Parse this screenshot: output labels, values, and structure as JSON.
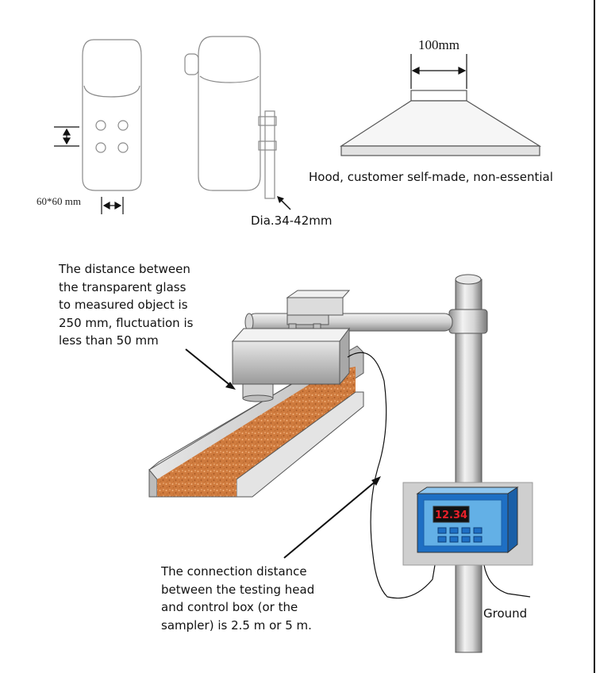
{
  "colors": {
    "line": "#5a5a5a",
    "outline": "#8a8a8a",
    "bed_fill": "#cf7b3e",
    "bed_dots": "#f0b07a",
    "box_blue": "#1e6fc4",
    "box_light_blue": "#63b0e6",
    "display_red": "#e8202a",
    "display_bg": "#111111",
    "pole": "#c9c9c9",
    "side_border": "#111111"
  },
  "icons": {
    "sensor_front": "sensor-front-view",
    "sensor_side": "sensor-side-view",
    "hood": "hood-drawing",
    "conveyor": "conveyor-trough",
    "pole": "mounting-pole",
    "control_box": "control-box"
  },
  "labels": {
    "hood_width": "100mm",
    "hood_caption": "Hood, customer self-made, non-essential",
    "sensor_size": "60*60 mm",
    "pole_diameter": "Dia.34-42mm",
    "display_value": "12.34",
    "ground": "Ground"
  },
  "notes": {
    "distance": [
      "The distance between",
      "the transparent glass",
      "to measured object is",
      "250 mm, fluctuation is",
      "less than 50 mm"
    ],
    "connection": [
      "The connection distance",
      "between the testing head",
      "and control box (or the",
      "sampler) is 2.5 m or 5 m."
    ]
  }
}
